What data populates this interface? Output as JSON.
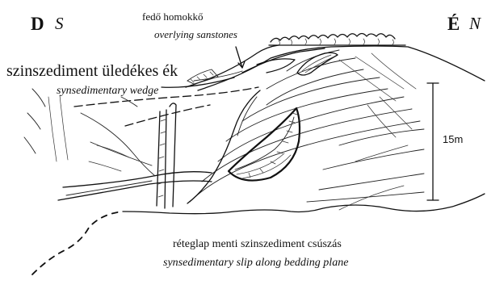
{
  "labels": {
    "south_hu": "D",
    "south_en": "S",
    "north_hu": "É",
    "north_en": "N",
    "cap_hu": "fedő homokkő",
    "cap_en": "overlying sanstones",
    "wedge_hu": "szinszediment üledékes ék",
    "wedge_en": "synsedimentary wedge",
    "slip_hu": "réteglap menti szinszediment csúszás",
    "slip_en": "synsedimentary slip along bedding plane",
    "scale": "15m"
  }
}
